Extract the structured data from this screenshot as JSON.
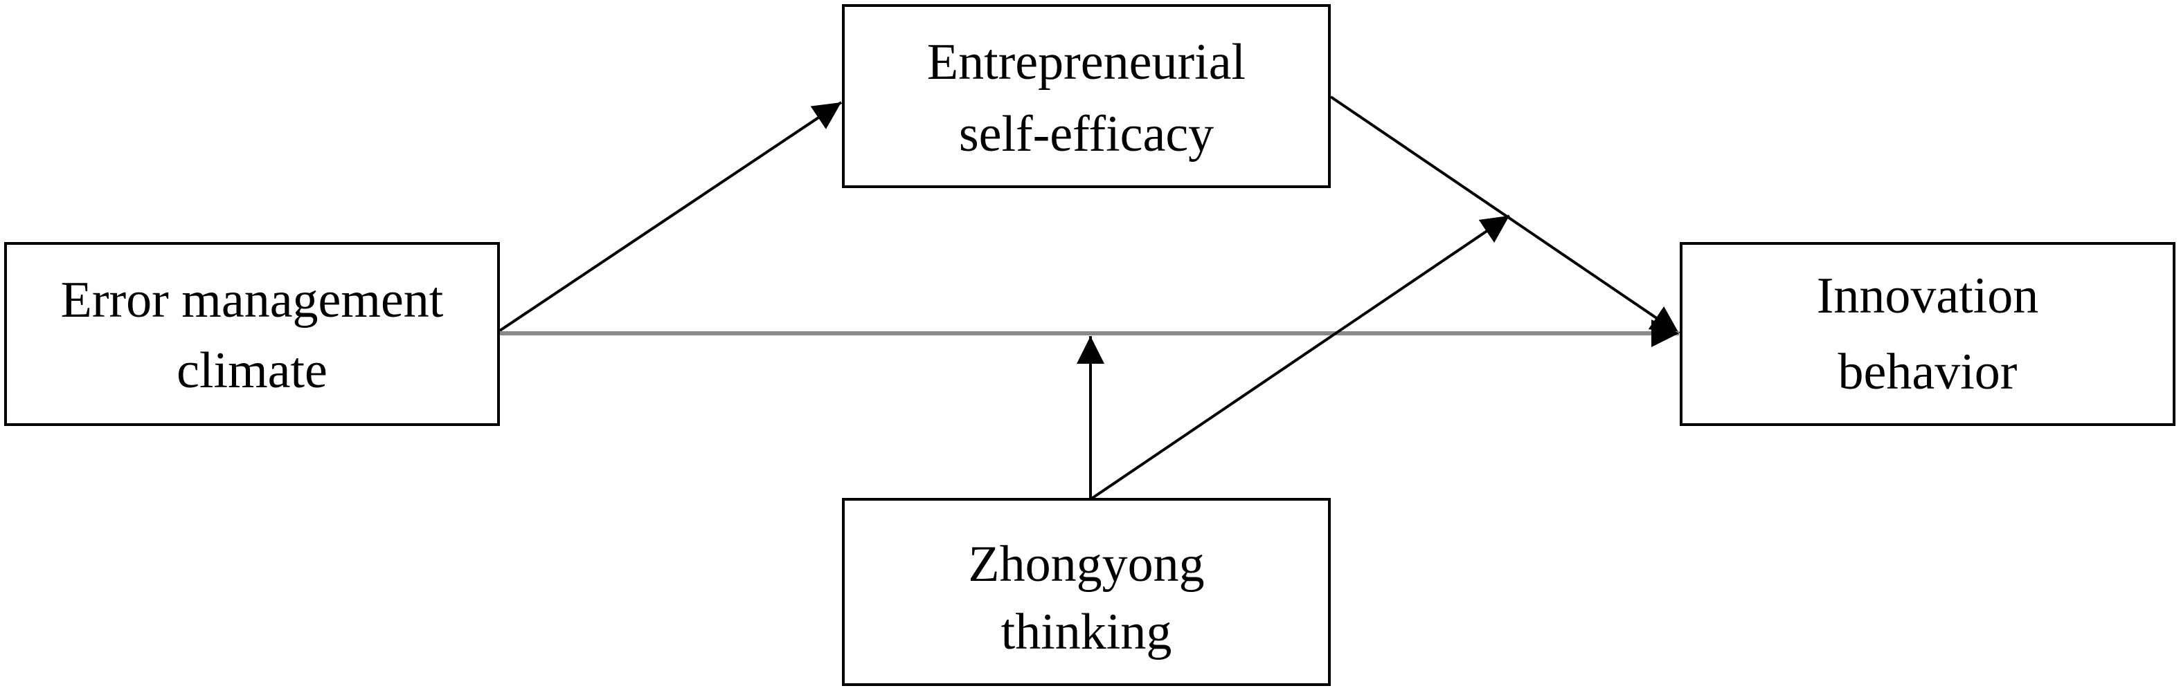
{
  "diagram": {
    "nodes": {
      "error_management_climate": {
        "line1": "Error management",
        "line2": "climate"
      },
      "entrepreneurial_self_efficacy": {
        "line1": "Entrepreneurial",
        "line2": "self-efficacy"
      },
      "innovation_behavior": {
        "line1": "Innovation",
        "line2": "behavior"
      },
      "zhongyong_thinking": {
        "line1": "Zhongyong",
        "line2": "thinking"
      }
    },
    "edges": [
      {
        "from": "Error management climate",
        "to": "Entrepreneurial self-efficacy"
      },
      {
        "from": "Entrepreneurial self-efficacy",
        "to": "Innovation behavior"
      },
      {
        "from": "Error management climate",
        "to": "Innovation behavior"
      },
      {
        "from": "Zhongyong thinking",
        "to": "Error management climate → Innovation behavior"
      },
      {
        "from": "Zhongyong thinking",
        "to": "Entrepreneurial self-efficacy → Innovation behavior"
      }
    ],
    "colors": {
      "box_stroke": "#000000",
      "direct_path": "#8a8a8a",
      "arrow": "#000000"
    }
  }
}
